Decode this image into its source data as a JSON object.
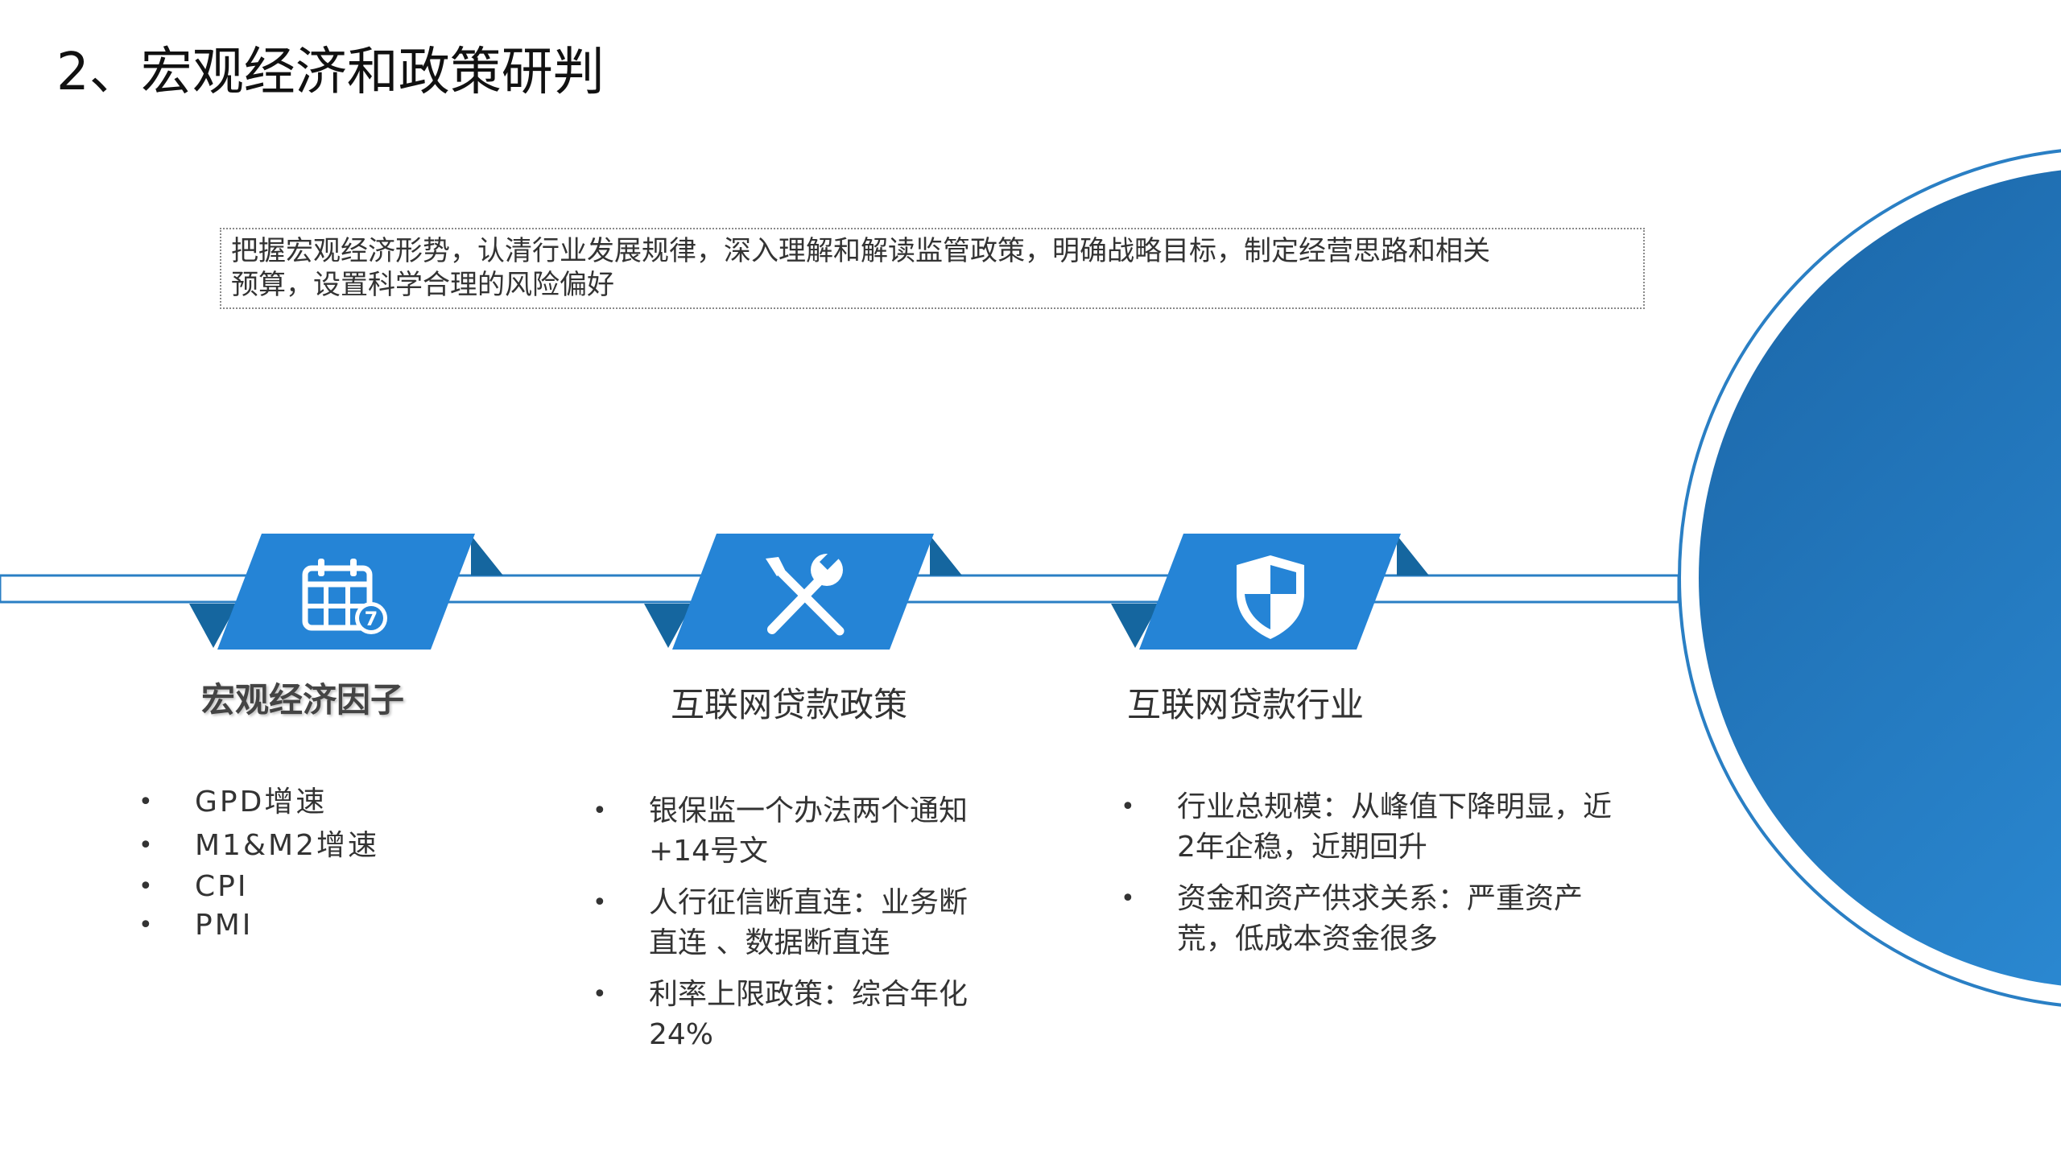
{
  "title": "2、宏观经济和政策研判",
  "summary": {
    "line1": "把握宏观经济形势，认清行业发展规律，深入理解和解读监管政策，明确战略目标，制定经营思路和相关",
    "line2": "预算，设置科学合理的风险偏好"
  },
  "cards": [
    {
      "title": "宏观经济因子",
      "icon": "calendar-icon",
      "bullets": [
        "GPD增速",
        "M1&M2增速",
        "CPI",
        "PMI"
      ]
    },
    {
      "title": "互联网贷款政策",
      "icon": "wrench-screwdriver-icon",
      "bullets": [
        "银保监一个办法两个通知+14号文",
        "人行征信断直连：业务断直连 、数据断直连",
        "利率上限政策：综合年化24%"
      ]
    },
    {
      "title": "互联网贷款行业",
      "icon": "shield-icon",
      "bullets": [
        "行业总规模：从峰值下降明显，近2年企稳，近期回升",
        "资金和资产供求关系：严重资产荒，低成本资金很多"
      ]
    }
  ],
  "calendar_badge": "7",
  "colors": {
    "primary_blue": "#2584d6",
    "dark_blue": "#15669f",
    "circle_gradient_start": "#1b65a6",
    "circle_gradient_end": "#3095e1"
  }
}
